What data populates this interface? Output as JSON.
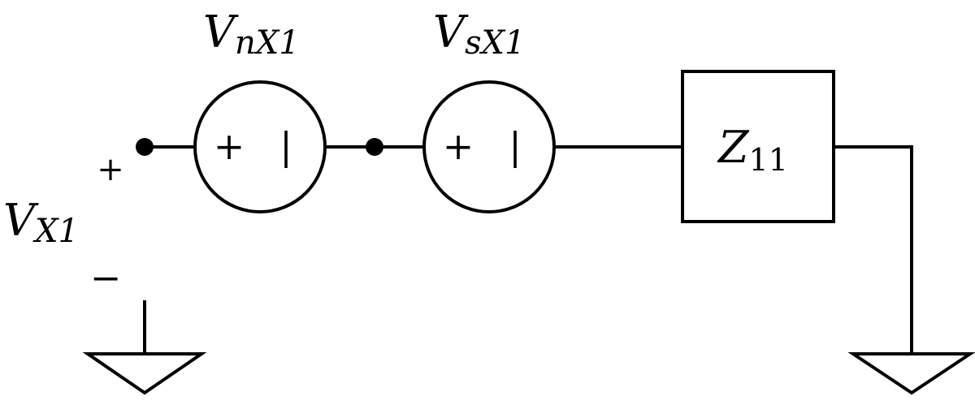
{
  "diagram": {
    "labels": {
      "source1": {
        "main": "V",
        "sub": "nX1"
      },
      "source2": {
        "main": "V",
        "sub": "sX1"
      },
      "port": {
        "main": "V",
        "sub": "X1",
        "plus": "+",
        "minus": "−"
      },
      "impedance": {
        "main": "Z",
        "sub": "11"
      }
    },
    "source_symbol": {
      "plus": "+",
      "minus": "|"
    },
    "colors": {
      "stroke": "#000000",
      "background": "#ffffff"
    }
  }
}
